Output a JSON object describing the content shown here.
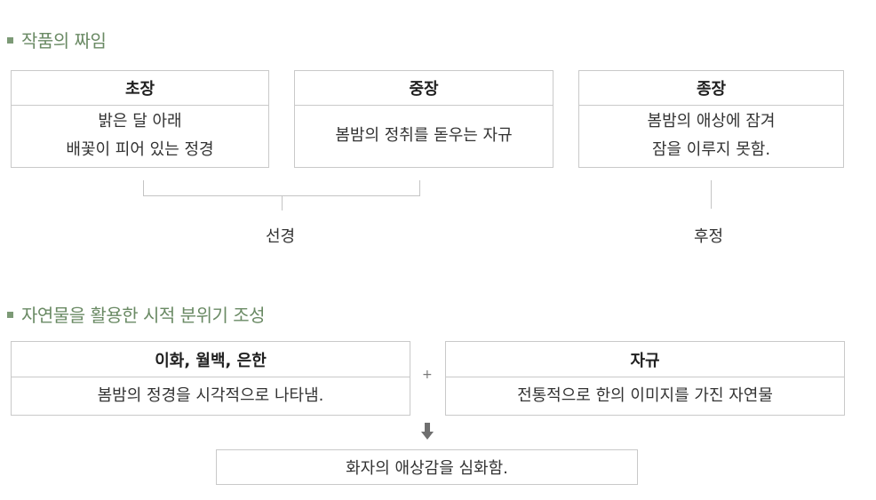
{
  "section1": {
    "title": "작품의 짜임",
    "boxes": [
      {
        "header": "초장",
        "lines": [
          "밝은 달 아래",
          "배꽃이 피어 있는 정경"
        ]
      },
      {
        "header": "중장",
        "lines": [
          "봄밤의 정취를 돋우는 자규"
        ]
      },
      {
        "header": "종장",
        "lines": [
          "봄밤의 애상에 잠겨",
          "잠을 이루지 못함."
        ]
      }
    ],
    "label_left": "선경",
    "label_right": "후정"
  },
  "section2": {
    "title": "자연물을 활용한 시적 분위기 조성",
    "box_left": {
      "header": "이화, 월백, 은한",
      "body": "봄밤의 정경을 시각적으로 나타냄."
    },
    "plus": "+",
    "box_right": {
      "header": "자규",
      "body": "전통적으로 한의 이미지를 가진 자연물"
    },
    "arrow": "⬇",
    "result": "화자의 애상감을 심화함."
  },
  "colors": {
    "heading": "#6a8a64",
    "border": "#c9c9c9"
  }
}
